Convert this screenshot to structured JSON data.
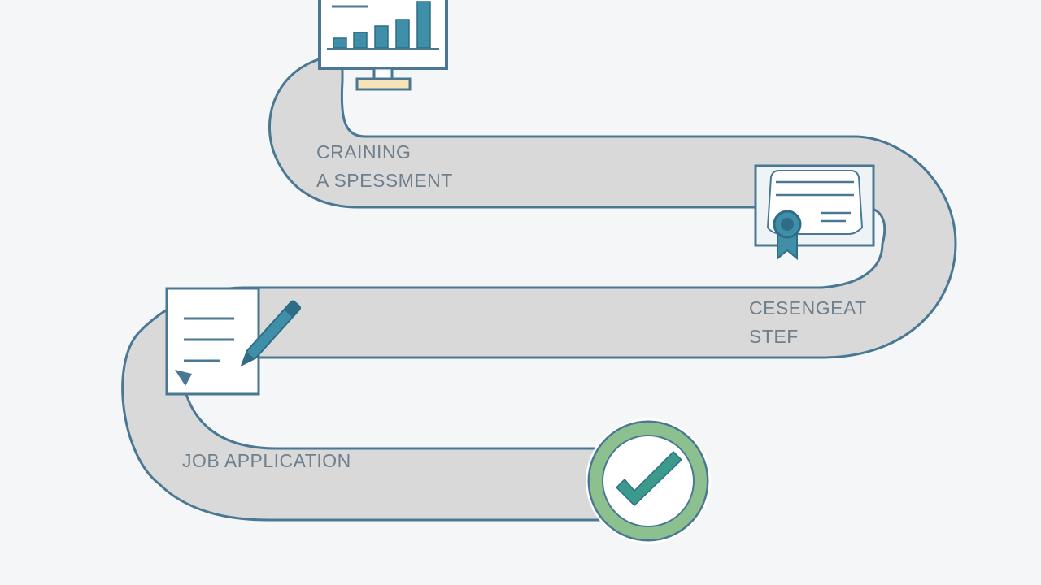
{
  "steps": [
    {
      "id": "training",
      "label_line1": "CRAINING",
      "label_line2": "A SPESSMENT",
      "icon": "monitor-chart-icon"
    },
    {
      "id": "certificate",
      "label_line1": "CESENGEAT",
      "label_line2": "STEF",
      "icon": "certificate-icon"
    },
    {
      "id": "application",
      "label_line1": "JOB APPLICATION",
      "label_line2": "",
      "icon": "document-pen-icon"
    },
    {
      "id": "complete",
      "label_line1": "",
      "label_line2": "",
      "icon": "checkmark-icon"
    }
  ],
  "colors": {
    "background": "#f5f6f7",
    "path_fill": "#d9d9d9",
    "path_stroke": "#4a7894",
    "accent_teal": "#3f8fa8",
    "accent_green": "#4ea57c",
    "ring_green": "#8cc08e",
    "label_grey": "#6f7f8c"
  }
}
